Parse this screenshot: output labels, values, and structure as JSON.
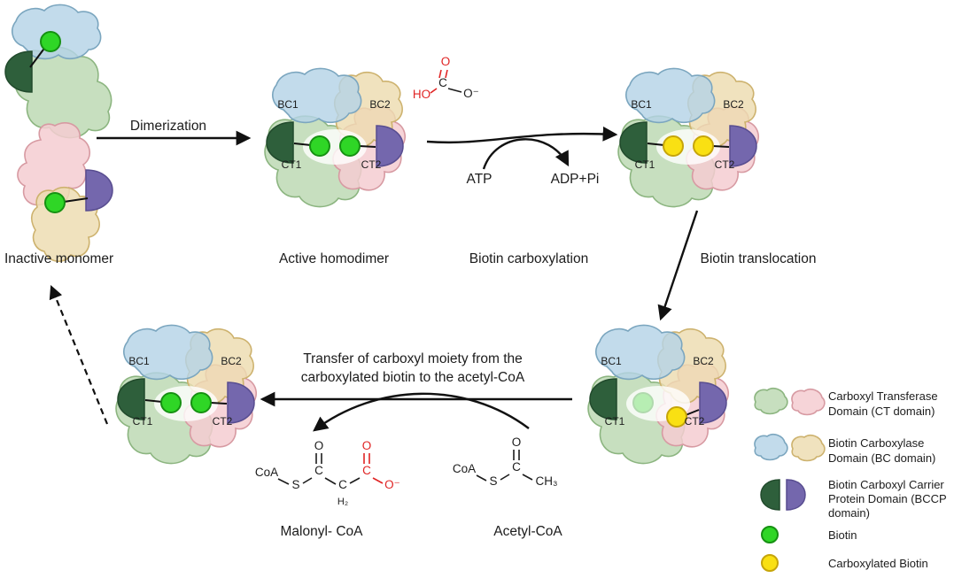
{
  "labels": {
    "inactive_monomer": "Inactive monomer",
    "dimerization": "Dimerization",
    "active_homodimer": "Active homodimer",
    "biotin_carboxylation": "Biotin carboxylation",
    "biotin_translocation": "Biotin translocation",
    "transfer_line1": "Transfer of carboxyl moiety from the",
    "transfer_line2": "carboxylated biotin to the acetyl-CoA",
    "atp": "ATP",
    "adp_pi": "ADP+Pi",
    "malonyl_coa": "Malonyl- CoA",
    "acetyl_coa": "Acetyl-CoA"
  },
  "domains": {
    "bc1": "BC1",
    "bc2": "BC2",
    "ct1": "CT1",
    "ct2": "CT2"
  },
  "chem": {
    "bicarbonate": {
      "o_top": "O",
      "c": "C",
      "ho": "HO",
      "o_minus": "O⁻"
    },
    "malonyl": {
      "coa": "CoA",
      "s": "S",
      "c1": "C",
      "o1": "O",
      "c2": "C",
      "h2": "H₂",
      "c3": "C",
      "o2": "O",
      "o_minus": "O⁻"
    },
    "acetyl": {
      "coa": "CoA",
      "s": "S",
      "c": "C",
      "o": "O",
      "ch3": "CH₃"
    }
  },
  "legend": {
    "ct_line1": "Carboxyl Transferase",
    "ct_line2": "Domain  (CT domain)",
    "bc_line1": "Biotin  Carboxylase",
    "bc_line2": "Domain (BC domain)",
    "bccp_line1": "Biotin Carboxyl Carrier",
    "bccp_line2": "Protein Domain (BCCP",
    "bccp_line3": "domain)",
    "biotin": "Biotin",
    "carboxylated_biotin": "Carboxylated Biotin"
  },
  "colors": {
    "bc_domain_blue": "#b4d3e6",
    "bc_domain_tan": "#eddcb0",
    "ct_domain_green": "#bdd9b4",
    "ct_domain_pink": "#f4cdd1",
    "bccp_dark_green": "#2e5f3b",
    "bccp_purple": "#7467ad",
    "biotin_green": "#2fd626",
    "carboxylated_yellow": "#f9e013",
    "highlight_red": "#e02424",
    "line_black": "#111111"
  }
}
